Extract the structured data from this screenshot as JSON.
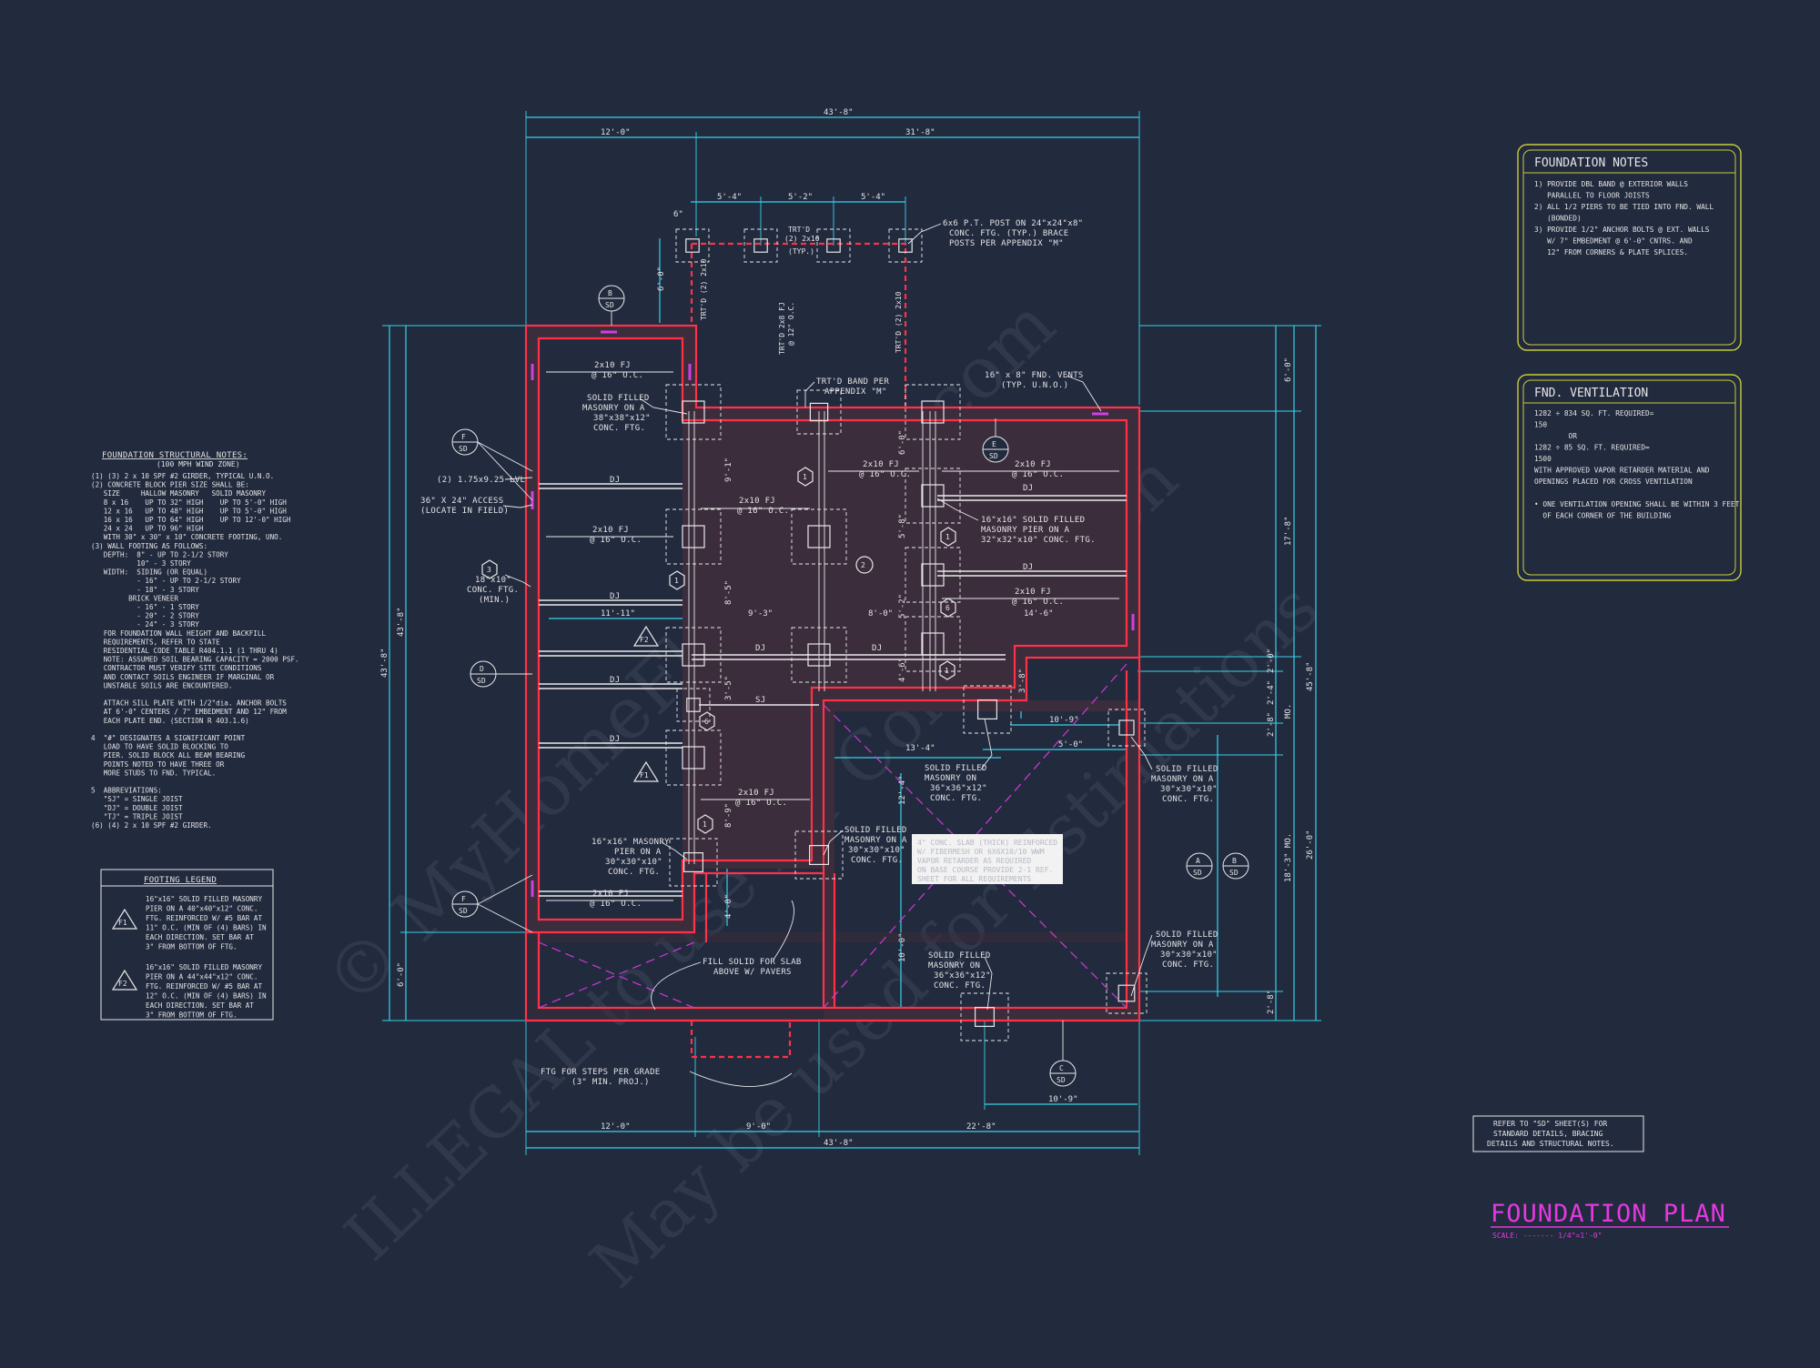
{
  "colors": {
    "background": "#222a3e",
    "dimension": "#35d3e8",
    "wall": "#ff3148",
    "notes_border": "#c8cd3a",
    "title": "#e538e0"
  },
  "title": {
    "main": "FOUNDATION PLAN",
    "scale": "SCALE: ------- 1/4\"=1'-0\""
  },
  "watermark": [
    "© MyHomeFloorPlans.com",
    "ILLEGAL to use for Construction",
    "May be used for Estimations"
  ],
  "structural_notes": {
    "heading": "FOUNDATION STRUCTURAL NOTES:",
    "subheading": "(100 MPH WIND ZONE)",
    "lines": [
      "(1) (3) 2 x 10 SPF #2 GIRDER, TYPICAL U.N.O.",
      "(2) CONCRETE BLOCK PIER SIZE SHALL BE:",
      "   SIZE     HALLOW MASONRY   SOLID MASONRY",
      "   8 x 16    UP TO 32\" HIGH    UP TO 5'-0\" HIGH",
      "   12 x 16   UP TO 48\" HIGH    UP TO 5'-0\" HIGH",
      "   16 x 16   UP TO 64\" HIGH    UP TO 12'-0\" HIGH",
      "   24 x 24   UP TO 96\" HIGH",
      "   WITH 30\" x 30\" x 10\" CONCRETE FOOTING, UNO.",
      "(3) WALL FOOTING AS FOLLOWS:",
      "   DEPTH:  8\" - UP TO 2-1/2 STORY",
      "           10\" - 3 STORY",
      "   WIDTH:  SIDING (OR EQUAL)",
      "           - 16\" - UP TO 2-1/2 STORY",
      "           - 18\" - 3 STORY",
      "         BRICK VENEER",
      "           - 16\" - 1 STORY",
      "           - 20\" - 2 STORY",
      "           - 24\" - 3 STORY",
      "   FOR FOUNDATION WALL HEIGHT AND BACKFILL",
      "   REQUIREMENTS, REFER TO STATE",
      "   RESIDENTIAL CODE TABLE R404.1.1 (1 THRU 4)",
      "   NOTE: ASSUMED SOIL BEARING CAPACITY = 2000 PSF.",
      "   CONTRACTOR MUST VERIFY SITE CONDITIONS",
      "   AND CONTACT SOILS ENGINEER IF MARGINAL OR",
      "   UNSTABLE SOILS ARE ENCOUNTERED.",
      "",
      "   ATTACH SILL PLATE WITH 1/2\"dia. ANCHOR BOLTS",
      "   AT 6'-0\" CENTERS / 7\" EMBEDMENT AND 12\" FROM",
      "   EACH PLATE END. (SECTION R 403.1.6)",
      "",
      "4  \"#\" DESIGNATES A SIGNIFICANT POINT",
      "   LOAD TO HAVE SOLID BLOCKING TO",
      "   PIER. SOLID BLOCK ALL BEAM BEARING",
      "   POINTS NOTED TO HAVE THREE OR",
      "   MORE STUDS TO FND. TYPICAL.",
      "",
      "5  ABBREVIATIONS:",
      "   \"SJ\" = SINGLE JOIST",
      "   \"DJ\" = DOUBLE JOIST",
      "   \"TJ\" = TRIPLE JOIST",
      "(6) (4) 2 x 10 SPF #2 GIRDER."
    ]
  },
  "footing_legend": {
    "heading": "FOOTING LEGEND",
    "f1_tag": "F1",
    "f1_lines": [
      "16\"x16\" SOLID FILLED MASONRY",
      "PIER ON A 40\"x40\"x12\" CONC.",
      "FTG. REINFORCED W/ #5 BAR AT",
      "11\" O.C. (MIN OF (4) BARS) IN",
      "EACH DIRECTION. SET BAR AT",
      "3\" FROM BOTTOM OF FTG."
    ],
    "f2_tag": "F2",
    "f2_lines": [
      "16\"x16\" SOLID FILLED MASONRY",
      "PIER ON A 44\"x44\"x12\" CONC.",
      "FTG. REINFORCED W/ #5 BAR AT",
      "12\" O.C. (MIN OF (4) BARS) IN",
      "EACH DIRECTION. SET BAR AT",
      "3\" FROM BOTTOM OF FTG."
    ]
  },
  "foundation_notes": {
    "heading": "FOUNDATION NOTES",
    "lines": [
      "1) PROVIDE DBL BAND @ EXTERIOR WALLS",
      "   PARALLEL TO FLOOR JOISTS",
      "2) ALL 1/2 PIERS TO BE TIED INTO FND. WALL",
      "   (BONDED)",
      "3) PROVIDE 1/2\" ANCHOR BOLTS @ EXT. WALLS",
      "   W/ 7\" EMBEDMENT @ 6'-0\" CNTRS. AND",
      "   12\" FROM CORNERS & PLATE SPLICES."
    ]
  },
  "ventilation": {
    "heading": "FND. VENTILATION",
    "lines": [
      "1282 ÷ 834 SQ. FT. REQUIRED=",
      "150",
      "        OR",
      "1282 ÷ 85 SQ. FT. REQUIRED=",
      "1500",
      "WITH APPROVED VAPOR RETARDER MATERIAL AND",
      "OPENINGS PLACED FOR CROSS VENTILATION",
      "",
      "• ONE VENTILATION OPENING SHALL BE WITHIN 3 FEET",
      "  OF EACH CORNER OF THE BUILDING"
    ]
  },
  "refer_note": [
    "REFER TO \"SD\" SHEET(S) FOR",
    "STANDARD DETAILS, BRACING",
    "DETAILS AND STRUCTURAL NOTES."
  ],
  "slab_note": [
    "4\" CONC. SLAB (THICK) REINFORCED",
    "W/ FIBERMESH OR 6X6X10/10 WWM",
    "VAPOR RETARDER AS REQUIRED",
    "ON BASE COURSE PROVIDE 2-1 REF.",
    "SHEET FOR ALL REQUIREMENTS"
  ],
  "dimensions": {
    "top_overall": "43'-8\"",
    "top_left": "12'-0\"",
    "top_right": "31'-8\"",
    "porch_1": "5'-4\"",
    "porch_2": "5'-2\"",
    "porch_3": "5'-4\"",
    "bottom_overall": "43'-8\"",
    "bottom_1": "12'-0\"",
    "bottom_2": "9'-0\"",
    "bottom_3": "22'-8\"",
    "left_outer": "43'-8\"",
    "left_inner": "43'-8\"",
    "left_bot": "6'-0\"",
    "right_1": "6'-0\"",
    "right_2": "17'-8\"",
    "right_3": "26'-0\"",
    "right_4": "18'-3\" MO.",
    "right_5": "45'-8\"",
    "right_6": "2'-0\"",
    "right_7": "2'-4\"",
    "right_8": "2'-8\"",
    "right_9": "MO.",
    "right_10": "2'-8\"",
    "inner_96": "9'-3\"",
    "inner_80": "8'-0\"",
    "inner_146": "14'-6\"",
    "inner_119": "11'-11\"",
    "inner_109": "10'-9\"",
    "inner_50": "5'-0\"",
    "inner_134": "13'-4\"",
    "c_dim": "10'-9\"",
    "v_1": "9'-1\"",
    "v_2": "8'-5\"",
    "v_3": "3'-5\"",
    "v_4": "8'-9\"",
    "v_5": "4'-0\"",
    "v_6": "6'-0\"",
    "v_7": "5'-8\"",
    "v_8": "5'-2\"",
    "v_9": "4'-6\"",
    "v_10": "3'-8\"",
    "v_11": "12'-4\"",
    "v_12": "10'-0\"",
    "porch_left": "6'-0\"",
    "porch_6": "6\""
  },
  "callouts": {
    "post": [
      "6x6 P.T. POST ON 24\"x24\"x8\"",
      "CONC. FTG. (TYP.) BRACE",
      "POSTS PER APPENDIX \"M\""
    ],
    "trtd_beam": [
      "TRT'D",
      "(2) 2x10",
      "(TYP.)"
    ],
    "trtd_band": [
      "TRT'D BAND PER",
      "APPENDIX \"M\""
    ],
    "vents": [
      "16\" x 8\" FND. VENTS",
      "(TYP. U.N.O.)"
    ],
    "solid_38": [
      "SOLID FILLED",
      "MASONRY ON A",
      "38\"x38\"x12\"",
      "CONC. FTG."
    ],
    "lvl": "(2) 1.75x9.25 LVL",
    "access": [
      "36\" X 24\" ACCESS",
      "(LOCATE IN FIELD)"
    ],
    "ftg18": [
      "18\"x10\"",
      "CONC. FTG.",
      "(MIN.)"
    ],
    "pier_32": [
      "16\"x16\" SOLID FILLED",
      "MASONRY PIER ON A",
      "32\"x32\"x10\" CONC. FTG."
    ],
    "pier_30": [
      "16\"x16\" MASONRY",
      "PIER ON A",
      "30\"x30\"x10\"",
      "CONC. FTG."
    ],
    "solid_36a": [
      "SOLID FILLED",
      "MASONRY ON",
      "36\"x36\"x12\"",
      "CONC. FTG."
    ],
    "solid_30a": [
      "SOLID FILLED",
      "MASONRY ON A",
      "30\"x30\"x10\"",
      "CONC. FTG."
    ],
    "solid_30b": [
      "SOLID FILLED",
      "MASONRY ON A",
      "30\"x30\"x10\"",
      "CONC. FTG."
    ],
    "solid_30c": [
      "SOLID FILLED",
      "MASONRY ON A",
      "30\"x30\"x10\"",
      "CONC. FTG."
    ],
    "solid_36b": [
      "SOLID FILLED",
      "MASONRY ON",
      "36\"x36\"x12\"",
      "CONC. FTG."
    ],
    "fill_solid": [
      "FILL SOLID FOR SLAB",
      "ABOVE W/ PAVERS"
    ],
    "steps": [
      "FTG FOR STEPS PER GRADE",
      "(3\" MIN. PROJ.)"
    ],
    "fj": "2x10 FJ",
    "oc": "@ 16\" O.C.",
    "dj": "DJ",
    "sj": "SJ",
    "trtd_2x10": "TRT'D (2) 2x10",
    "trtd_fj": "TRT'D 2x8 FJ",
    "trtd_oc": "@ 12\" O.C."
  },
  "section_tags": {
    "a": "A",
    "b": "B",
    "c": "C",
    "d": "D",
    "e": "E",
    "f": "F",
    "sd": "SD"
  },
  "keys": {
    "k1": "1",
    "k2": "2",
    "k3": "3",
    "k6": "6",
    "f1": "F1",
    "f2": "F2"
  }
}
